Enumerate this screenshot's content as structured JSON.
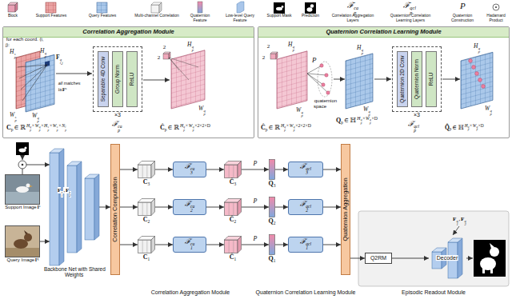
{
  "diagram": {
    "nodes": [
      {
        "text": [
          "Correlation Aggregation Module"
        ]
      },
      {
        "text": [
          "×3"
        ],
        "in": 0
      },
      {
        "text": [
          "Separable 4D Conv"
        ],
        "in": 1
      },
      {
        "text": [
          "Group Norm"
        ],
        "in": 1
      },
      {
        "text": [
          "ReLU"
        ],
        "in": 1
      },
      {
        "text": [
          "Quaternion Correlation Learning Module"
        ]
      },
      {
        "text": [
          "×3"
        ],
        "in": 5
      },
      {
        "text": [
          "Quaternion 2D Conv"
        ],
        "in": 6
      },
      {
        "text": [
          "Quaternion Norm"
        ],
        "in": 6
      },
      {
        "text": [
          "ReLU"
        ],
        "in": 6
      },
      {
        "text": [
          "Support Image",
          "I",
          "s"
        ]
      },
      {
        "text": [
          "Query Image",
          "I",
          "q"
        ]
      },
      {
        "text": [
          "Backbone Net with Shared Weights"
        ]
      },
      {
        "text": [
          "Correlation Computation"
        ]
      },
      {
        "text": [
          "C",
          "3"
        ]
      },
      {
        "text": [
          "ℱ",
          "ca",
          "3"
        ]
      },
      {
        "text": [
          "Ĉ",
          "3"
        ]
      },
      {
        "text": [
          "Q",
          "3"
        ]
      },
      {
        "text": [
          "ℱ",
          "qcl",
          "3"
        ]
      },
      {
        "text": [
          "C",
          "2"
        ]
      },
      {
        "text": [
          "ℱ",
          "ca",
          "2"
        ]
      },
      {
        "text": [
          "Ĉ",
          "2"
        ]
      },
      {
        "text": [
          "Q",
          "2"
        ]
      },
      {
        "text": [
          "ℱ",
          "qcl",
          "2"
        ]
      },
      {
        "text": [
          "C",
          "1"
        ]
      },
      {
        "text": [
          "ℱ",
          "ca",
          "1"
        ]
      },
      {
        "text": [
          "Ĉ",
          "1"
        ]
      },
      {
        "text": [
          "Q",
          "1"
        ]
      },
      {
        "text": [
          "ℱ",
          "qcl",
          "1"
        ]
      },
      {
        "text": [
          "Quaternion Aggregation"
        ]
      },
      {
        "text": [
          "Q2RM"
        ]
      },
      {
        "text": [
          "Decoder"
        ]
      }
    ],
    "edges": [
      {
        "from": 10,
        "to": 12,
        "arrow": "to"
      },
      {
        "from": 11,
        "to": 12,
        "arrow": "to"
      },
      {
        "from": 12,
        "to": 13,
        "arrow": "to"
      },
      {
        "from": 13,
        "to": 14,
        "arrow": "to"
      },
      {
        "from": 14,
        "to": 15,
        "arrow": "to"
      },
      {
        "from": 15,
        "to": 16,
        "arrow": "to"
      },
      {
        "from": 16,
        "to": 17,
        "label": "P",
        "arrow": "to"
      },
      {
        "from": 17,
        "to": 18,
        "arrow": "to"
      },
      {
        "from": 18,
        "to": 29,
        "arrow": "to"
      },
      {
        "from": 13,
        "to": 19,
        "arrow": "to"
      },
      {
        "from": 19,
        "to": 20,
        "arrow": "to"
      },
      {
        "from": 20,
        "to": 21,
        "arrow": "to"
      },
      {
        "from": 21,
        "to": 22,
        "label": "P",
        "arrow": "to"
      },
      {
        "from": 22,
        "to": 23,
        "arrow": "to"
      },
      {
        "from": 23,
        "to": 29,
        "arrow": "to"
      },
      {
        "from": 13,
        "to": 24,
        "arrow": "to"
      },
      {
        "from": 24,
        "to": 25,
        "arrow": "to"
      },
      {
        "from": 25,
        "to": 26,
        "arrow": "to"
      },
      {
        "from": 26,
        "to": 27,
        "label": "P",
        "arrow": "to"
      },
      {
        "from": 27,
        "to": 28,
        "arrow": "to"
      },
      {
        "from": 28,
        "to": 29,
        "arrow": "to"
      },
      {
        "from": 29,
        "to": 30,
        "arrow": "to"
      },
      {
        "from": 30,
        "to": 31,
        "arrow": "to"
      }
    ],
    "labels": [
      "ℱ",
      "ca",
      "p",
      "ℱ",
      "qcl",
      "p",
      "P",
      "for each coord. (i, j):",
      "H",
      "s",
      "p",
      "H",
      "q",
      "p",
      "F",
      "q",
      "i,j",
      "all matches",
      "in",
      "F",
      "s",
      "W",
      "s",
      "p",
      "W",
      "q",
      "p",
      "C",
      "p",
      "∈ ℝ",
      "H",
      "q",
      "p",
      "×",
      "W",
      "q",
      "p",
      "×",
      "H",
      "s",
      "p",
      "×",
      "W",
      "s",
      "p",
      "×",
      "N",
      "l",
      "p",
      "ℱ",
      "ca",
      "p",
      "2",
      "2",
      "H",
      "q",
      "p",
      "W",
      "q",
      "p",
      "Ĉ",
      "p",
      "∈ ℝ",
      "H",
      "q",
      "p",
      "×",
      "W",
      "q",
      "p",
      "×2×2×D",
      "2",
      "2",
      "H",
      "q",
      "p",
      "W",
      "q",
      "p",
      "P",
      "quaternion space",
      "H",
      "q",
      "p",
      "W",
      "q",
      "p",
      "Q",
      "p",
      "∈ ℍ",
      "H",
      "q",
      "p",
      "×",
      "W",
      "q",
      "p",
      "×D",
      "ℱ",
      "qcl",
      "p",
      "H",
      "q",
      "p",
      "W",
      "q",
      "p",
      "Ĉ",
      "p",
      "∈ ℝ",
      "H",
      "q",
      "p",
      "×",
      "W",
      "q",
      "p",
      "×2×2×D",
      "Q̂",
      "p",
      "∈ ℍ",
      "H",
      "q",
      "p",
      "×",
      "W",
      "q",
      "p",
      "×D",
      "F",
      "s",
      "1",
      ",",
      "F",
      "s",
      "2",
      "F",
      "q",
      "1",
      ",",
      "F",
      "q",
      "2",
      "Correlation Aggregation Module",
      "Quaternion Correlation Learning Module",
      "Episodic Readout Module"
    ],
    "legend": [
      {
        "text": "Block"
      },
      {
        "text": "Support Features"
      },
      {
        "text": "Query Features"
      },
      {
        "text": "Multi-channel Correlation"
      },
      {
        "text": "Quaternion Feature"
      },
      {
        "text": "Low-level Query Feature"
      },
      {
        "text": "Support Mask"
      },
      {
        "text": "Prediction"
      },
      {
        "text": "Correlation Aggregation Layers"
      },
      {
        "text": "Quaternion Correlation Learning Layers"
      },
      {
        "text": "Quaternion Construction"
      },
      {
        "text": "Hadamard Product"
      }
    ]
  }
}
